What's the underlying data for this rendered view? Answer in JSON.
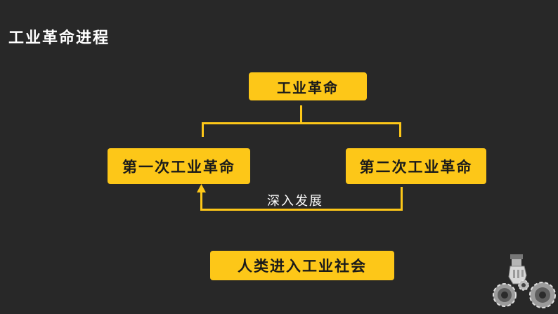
{
  "title": "工业革命进程",
  "diagram": {
    "root": "工业革命",
    "first": "第一次工业革命",
    "second": "第二次工业革命",
    "arrow_label": "深入发展",
    "result": "人类进入工业社会"
  },
  "colors": {
    "background": "#282828",
    "box": "#fdc718",
    "line": "#fdc718",
    "text_light": "#ffffff"
  },
  "icons": {
    "decoration": "robot-gears-icon"
  }
}
